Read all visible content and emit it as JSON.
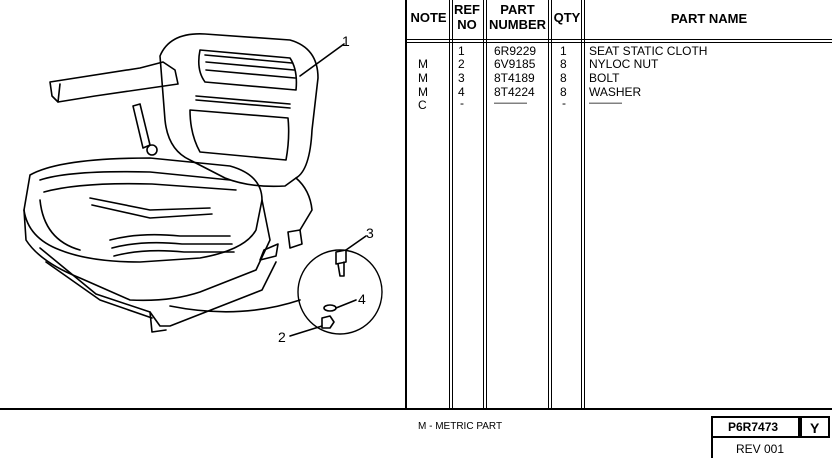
{
  "table": {
    "headers": {
      "note": "NOTE",
      "ref_line1": "REF",
      "ref_line2": "NO",
      "part_line1": "PART",
      "part_line2": "NUMBER",
      "qty": "QTY",
      "name": "PART NAME"
    },
    "rows": [
      {
        "note": "",
        "ref": "1",
        "part": "6R9229",
        "qty": "1",
        "name": "SEAT STATIC CLOTH"
      },
      {
        "note": "M",
        "ref": "2",
        "part": "6V9185",
        "qty": "8",
        "name": "NYLOC NUT"
      },
      {
        "note": "M",
        "ref": "3",
        "part": "8T4189",
        "qty": "8",
        "name": "BOLT"
      },
      {
        "note": "M",
        "ref": "4",
        "part": "8T4224",
        "qty": "8",
        "name": "WASHER"
      },
      {
        "note": "C",
        "ref": "-",
        "part": "———",
        "qty": "-",
        "name": "———"
      }
    ]
  },
  "callouts": [
    "1",
    "2",
    "3",
    "4"
  ],
  "footer": {
    "legend": "M - METRIC PART",
    "drawing_number": "P6R7473",
    "revision_letter": "Y",
    "revision": "REV 001"
  }
}
